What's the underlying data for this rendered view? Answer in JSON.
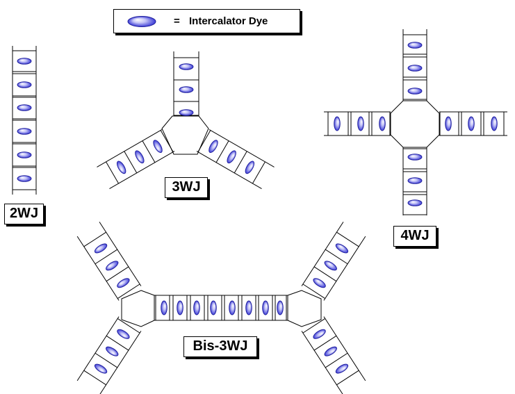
{
  "legend": {
    "equals": "=",
    "text": "Intercalator Dye"
  },
  "labels": {
    "two_way": "2WJ",
    "three_way": "3WJ",
    "four_way": "4WJ",
    "bis_three_way": "Bis-3WJ"
  },
  "colors": {
    "dye_fill": "#4444dd",
    "dye_highlight": "#ffffff",
    "line": "#000000",
    "background": "#ffffff"
  }
}
